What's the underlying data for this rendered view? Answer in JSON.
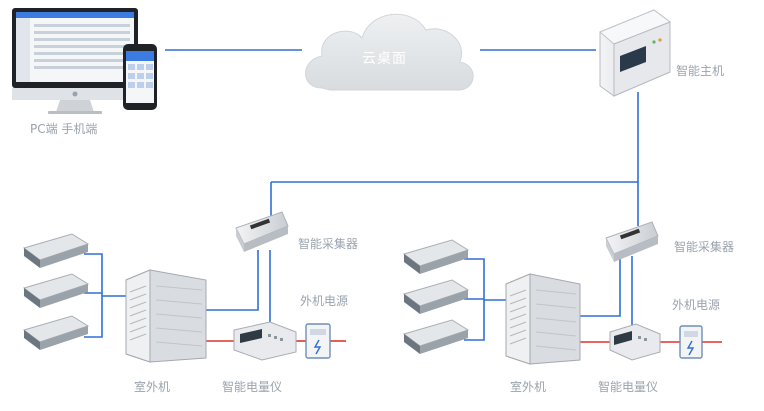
{
  "cloud": {
    "label": "云桌面"
  },
  "clients": {
    "label": "PC端  手机端"
  },
  "host": {
    "label": "智能主机"
  },
  "group_left": {
    "collector_label": "智能采集器",
    "power_label": "外机电源",
    "outdoor_label": "室外机",
    "meter_label": "智能电量仪"
  },
  "group_right": {
    "collector_label": "智能采集器",
    "power_label": "外机电源",
    "outdoor_label": "室外机",
    "meter_label": "智能电量仪"
  },
  "colors": {
    "network_line": "#2f6fd6",
    "power_line": "#e0342c",
    "cloud_fill": "#e4e7ea",
    "label_text": "#9aa3ad"
  }
}
